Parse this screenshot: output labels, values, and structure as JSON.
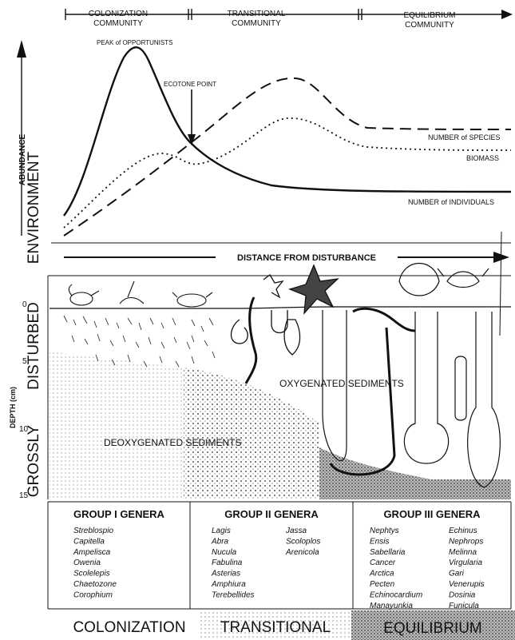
{
  "phases": [
    {
      "label_line1": "COLONIZATION",
      "label_line2": "COMMUNITY"
    },
    {
      "label_line1": "TRANSITIONAL",
      "label_line2": "COMMUNITY"
    },
    {
      "label_line1": "EQUILIBRIUM",
      "label_line2": "COMMUNITY"
    }
  ],
  "annotations": {
    "peak": "PEAK of OPPORTUNISTS",
    "ecotone": "ECOTONE POINT"
  },
  "y_axis": {
    "abundance": "ABUNDANCE",
    "environment_word1": "GROSSLY",
    "environment_word2": "DISTURBED",
    "environment_word3": "ENVIRONMENT",
    "depth_label": "DEPTH (cm)",
    "depth_ticks": [
      "0",
      "5",
      "10",
      "15"
    ]
  },
  "curves": {
    "species": "NUMBER of SPECIES",
    "biomass": "BIOMASS",
    "individuals": "NUMBER of INDIVIDUALS"
  },
  "distance_label": "DISTANCE FROM DISTURBANCE",
  "sediments": {
    "oxygenated": "OXYGENATED SEDIMENTS",
    "deoxygenated": "DEOXYGENATED SEDIMENTS"
  },
  "groups": [
    {
      "title": "GROUP I GENERA",
      "col1": [
        "Streblospio",
        "Capitella",
        "Ampelisca",
        "Owenia",
        "Scolelepis",
        "Chaetozone",
        "Corophium"
      ],
      "col2": []
    },
    {
      "title": "GROUP II GENERA",
      "col1": [
        "Lagis",
        "Abra",
        "Nucula",
        "Fabulina",
        "Asterias",
        "Amphiura",
        "Terebellides"
      ],
      "col2": [
        "Jassa",
        "Scoloplos",
        "Arenicola"
      ]
    },
    {
      "title": "GROUP III GENERA",
      "col1": [
        "Nephtys",
        "Ensis",
        "Sabellaria",
        "Cancer",
        "Arctica",
        "Pecten",
        "Echinocardium",
        "Manayunkia"
      ],
      "col2": [
        "Echinus",
        "Nephrops",
        "Melinna",
        "Virgularia",
        "Gari",
        "Venerupis",
        "Dosinia",
        "Funicula"
      ]
    }
  ],
  "bottom_labels": [
    "COLONIZATION",
    "TRANSITIONAL",
    "EQUILIBRIUM"
  ]
}
